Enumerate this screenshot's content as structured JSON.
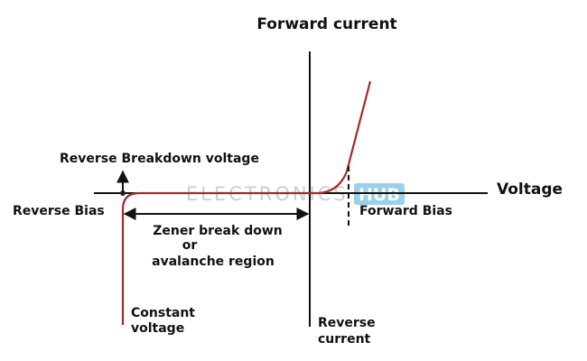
{
  "labels": {
    "forward_current": "Forward current",
    "voltage": "Voltage",
    "reverse_breakdown_voltage": "Reverse Breakdown voltage",
    "reverse_bias": "Reverse Bias",
    "forward_bias": "Forward Bias",
    "zener_line1": "Zener break down",
    "zener_line2": "or",
    "zener_line3": "avalanche region",
    "constant_line1": "Constant",
    "constant_line2": "voltage",
    "reverse_current_line1": "Reverse",
    "reverse_current_line2": "current"
  },
  "watermark": {
    "text": "ELECTRONICS",
    "badge": "HUB",
    "text_color": "#c8ced4",
    "badge_color": "#9ad0ec"
  },
  "colors": {
    "axis": "#111111",
    "curve": "#a52a2a",
    "text": "#111111"
  }
}
